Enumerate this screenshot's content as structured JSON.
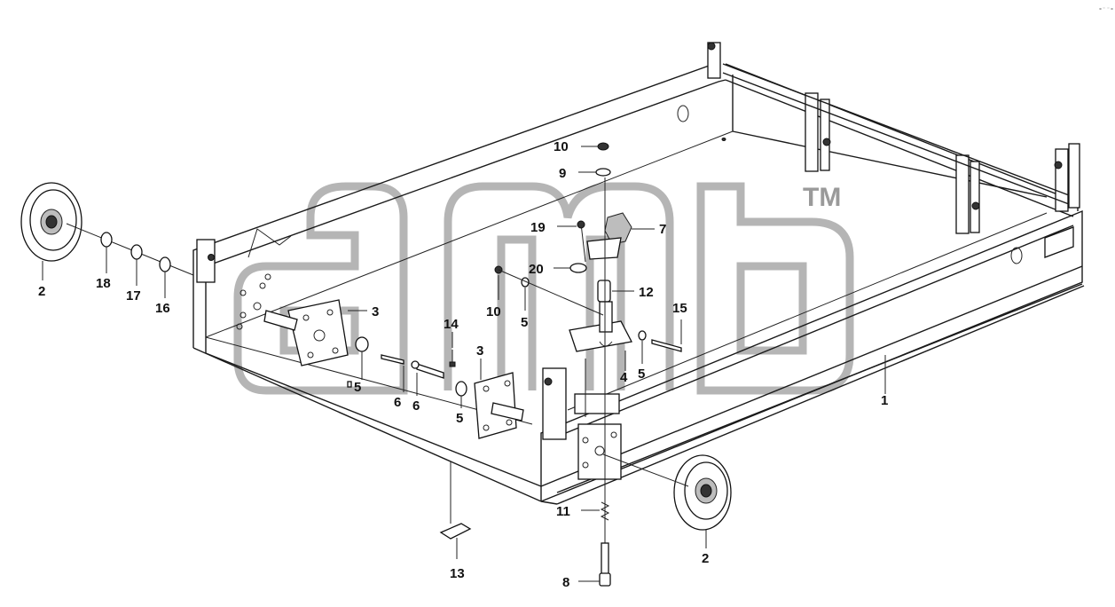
{
  "diagram": {
    "watermark_mark": "TM",
    "corner_code": "⚬⁻ ⁻⚬",
    "part_labels": [
      {
        "id": "p10a",
        "text": "10"
      },
      {
        "id": "p9",
        "text": "9"
      },
      {
        "id": "p19",
        "text": "19"
      },
      {
        "id": "p7",
        "text": "7"
      },
      {
        "id": "p20",
        "text": "20"
      },
      {
        "id": "p12",
        "text": "12"
      },
      {
        "id": "p10b",
        "text": "10"
      },
      {
        "id": "p5a",
        "text": "5"
      },
      {
        "id": "p15",
        "text": "15"
      },
      {
        "id": "p4",
        "text": "4"
      },
      {
        "id": "p5b",
        "text": "5"
      },
      {
        "id": "p1",
        "text": "1"
      },
      {
        "id": "p2a",
        "text": "2"
      },
      {
        "id": "p18",
        "text": "18"
      },
      {
        "id": "p17",
        "text": "17"
      },
      {
        "id": "p16",
        "text": "16"
      },
      {
        "id": "p3a",
        "text": "3"
      },
      {
        "id": "p14",
        "text": "14"
      },
      {
        "id": "p3b",
        "text": "3"
      },
      {
        "id": "p5c",
        "text": "5"
      },
      {
        "id": "p6a",
        "text": "6"
      },
      {
        "id": "p6b",
        "text": "6"
      },
      {
        "id": "p5d",
        "text": "5"
      },
      {
        "id": "p11",
        "text": "11"
      },
      {
        "id": "p13",
        "text": "13"
      },
      {
        "id": "p2b",
        "text": "2"
      },
      {
        "id": "p8",
        "text": "8"
      }
    ]
  }
}
